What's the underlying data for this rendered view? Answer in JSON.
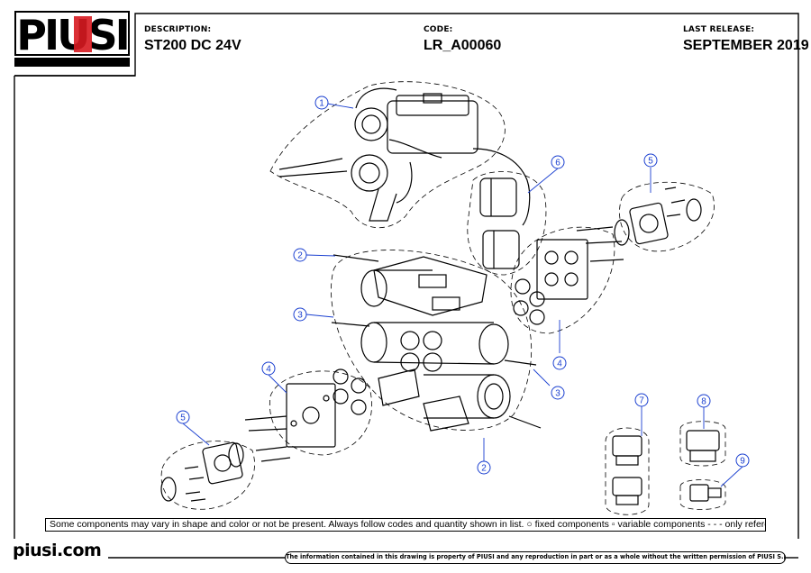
{
  "brand": {
    "logo_text": "PIUSI",
    "website": "piusi.com"
  },
  "header": {
    "description_label": "DESCRIPTION:",
    "description_value": "ST200 DC 24V",
    "code_label": "CODE:",
    "code_value": "LR_A00060",
    "release_label": "LAST RELEASE:",
    "release_value": "SEPTEMBER 2019"
  },
  "callouts": [
    {
      "id": "1",
      "label": "1"
    },
    {
      "id": "2a",
      "label": "2"
    },
    {
      "id": "2b",
      "label": "2"
    },
    {
      "id": "3a",
      "label": "3"
    },
    {
      "id": "3b",
      "label": "3"
    },
    {
      "id": "4a",
      "label": "4"
    },
    {
      "id": "4b",
      "label": "4"
    },
    {
      "id": "5a",
      "label": "5"
    },
    {
      "id": "5b",
      "label": "5"
    },
    {
      "id": "6",
      "label": "6"
    },
    {
      "id": "7",
      "label": "7"
    },
    {
      "id": "8",
      "label": "8"
    },
    {
      "id": "9",
      "label": "9"
    }
  ],
  "footer": {
    "note": "Some components may vary in shape and color or not be present. Always follow codes and quantity shown in list.  ○  fixed components  ▫  variable components  - - - only reference",
    "disclaimer": "The information contained in this drawing is property of PIUSI and any reproduction in part or as a whole without the written permission of PIUSI S.p.a. is prohibited."
  },
  "colors": {
    "brand_red": "#d71920",
    "callout_blue": "#1a3fd0",
    "ink": "#000000"
  }
}
